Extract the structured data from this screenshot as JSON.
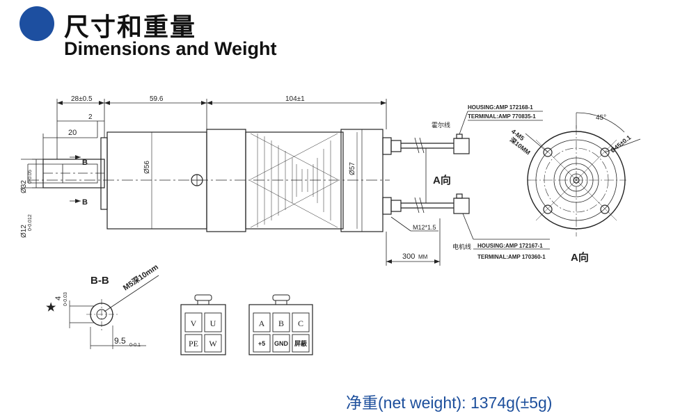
{
  "header": {
    "title_cn": "尺寸和重量",
    "title_en": "Dimensions and Weight"
  },
  "colors": {
    "accent": "#1d4fa0",
    "weight_text": "#1d4f9c",
    "line": "#222222"
  },
  "dims": {
    "d28": "28±0.5",
    "d59": "59.6",
    "d104": "104±1",
    "d2": "2",
    "d20": "20",
    "d56": "Ø56",
    "d57": "Ø57",
    "d32": "Ø32",
    "d32_tol": "0-0.05",
    "d12": "Ø12",
    "d12_tol": "0-0.012",
    "b_upper": "B",
    "b_lower": "B",
    "m12": "M12*1.5",
    "len300": "300",
    "len300_unit": "MM"
  },
  "connectors": {
    "hall_label": "霍尔线",
    "hall_housing": "HOUSING:AMP 172168-1",
    "hall_terminal": "TERMINAL:AMP 770835-1",
    "motor_label": "电机线",
    "motor_housing": "HOUSING:AMP 172167-1",
    "motor_terminal": "TERMINAL:AMP 170360-1",
    "direction_a": "A向"
  },
  "end_view": {
    "angle": "45°",
    "thread": "4-M5",
    "depth": "深10MM",
    "pcd": "Ø45±0.1",
    "label": "A向"
  },
  "section": {
    "title": "B-B",
    "thread": "M5深10mm",
    "key": "4",
    "key_tol": "0-0.03",
    "flat": "9.5",
    "flat_tol": "0-0.1"
  },
  "plug_power": {
    "pins": [
      "V",
      "U",
      "PE",
      "W"
    ]
  },
  "plug_hall": {
    "pins_top": [
      "A",
      "B",
      "C"
    ],
    "pins_bottom": [
      "+5",
      "GND",
      "屏蔽"
    ]
  },
  "weight": {
    "label": "净重(net weight):",
    "value": "1374g(±5g)"
  }
}
